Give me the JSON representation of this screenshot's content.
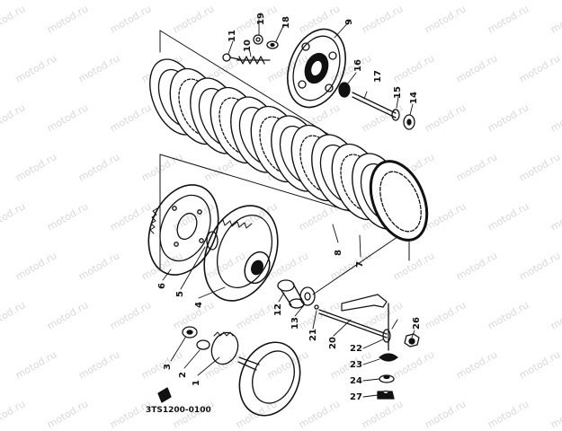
{
  "watermark": "motod.ru",
  "part_numbers": {
    "p1": "1",
    "p2": "2",
    "p3": "3",
    "p4": "4",
    "p5": "5",
    "p6": "6",
    "p7": "7",
    "p8": "8",
    "p9": "9",
    "p10": "10",
    "p11": "11",
    "p12": "12",
    "p13": "13",
    "p14": "14",
    "p15": "15",
    "p16": "16",
    "p17": "17",
    "p18": "18",
    "p19": "19",
    "p20": "20",
    "p21": "21",
    "p22": "22",
    "p23": "23",
    "p24": "24",
    "p26": "26",
    "p27": "27"
  },
  "drawing_code": "3TS1200-0100",
  "colors": {
    "ink": "#111111",
    "watermark": "#d9d9d9",
    "paper": "#ffffff"
  }
}
